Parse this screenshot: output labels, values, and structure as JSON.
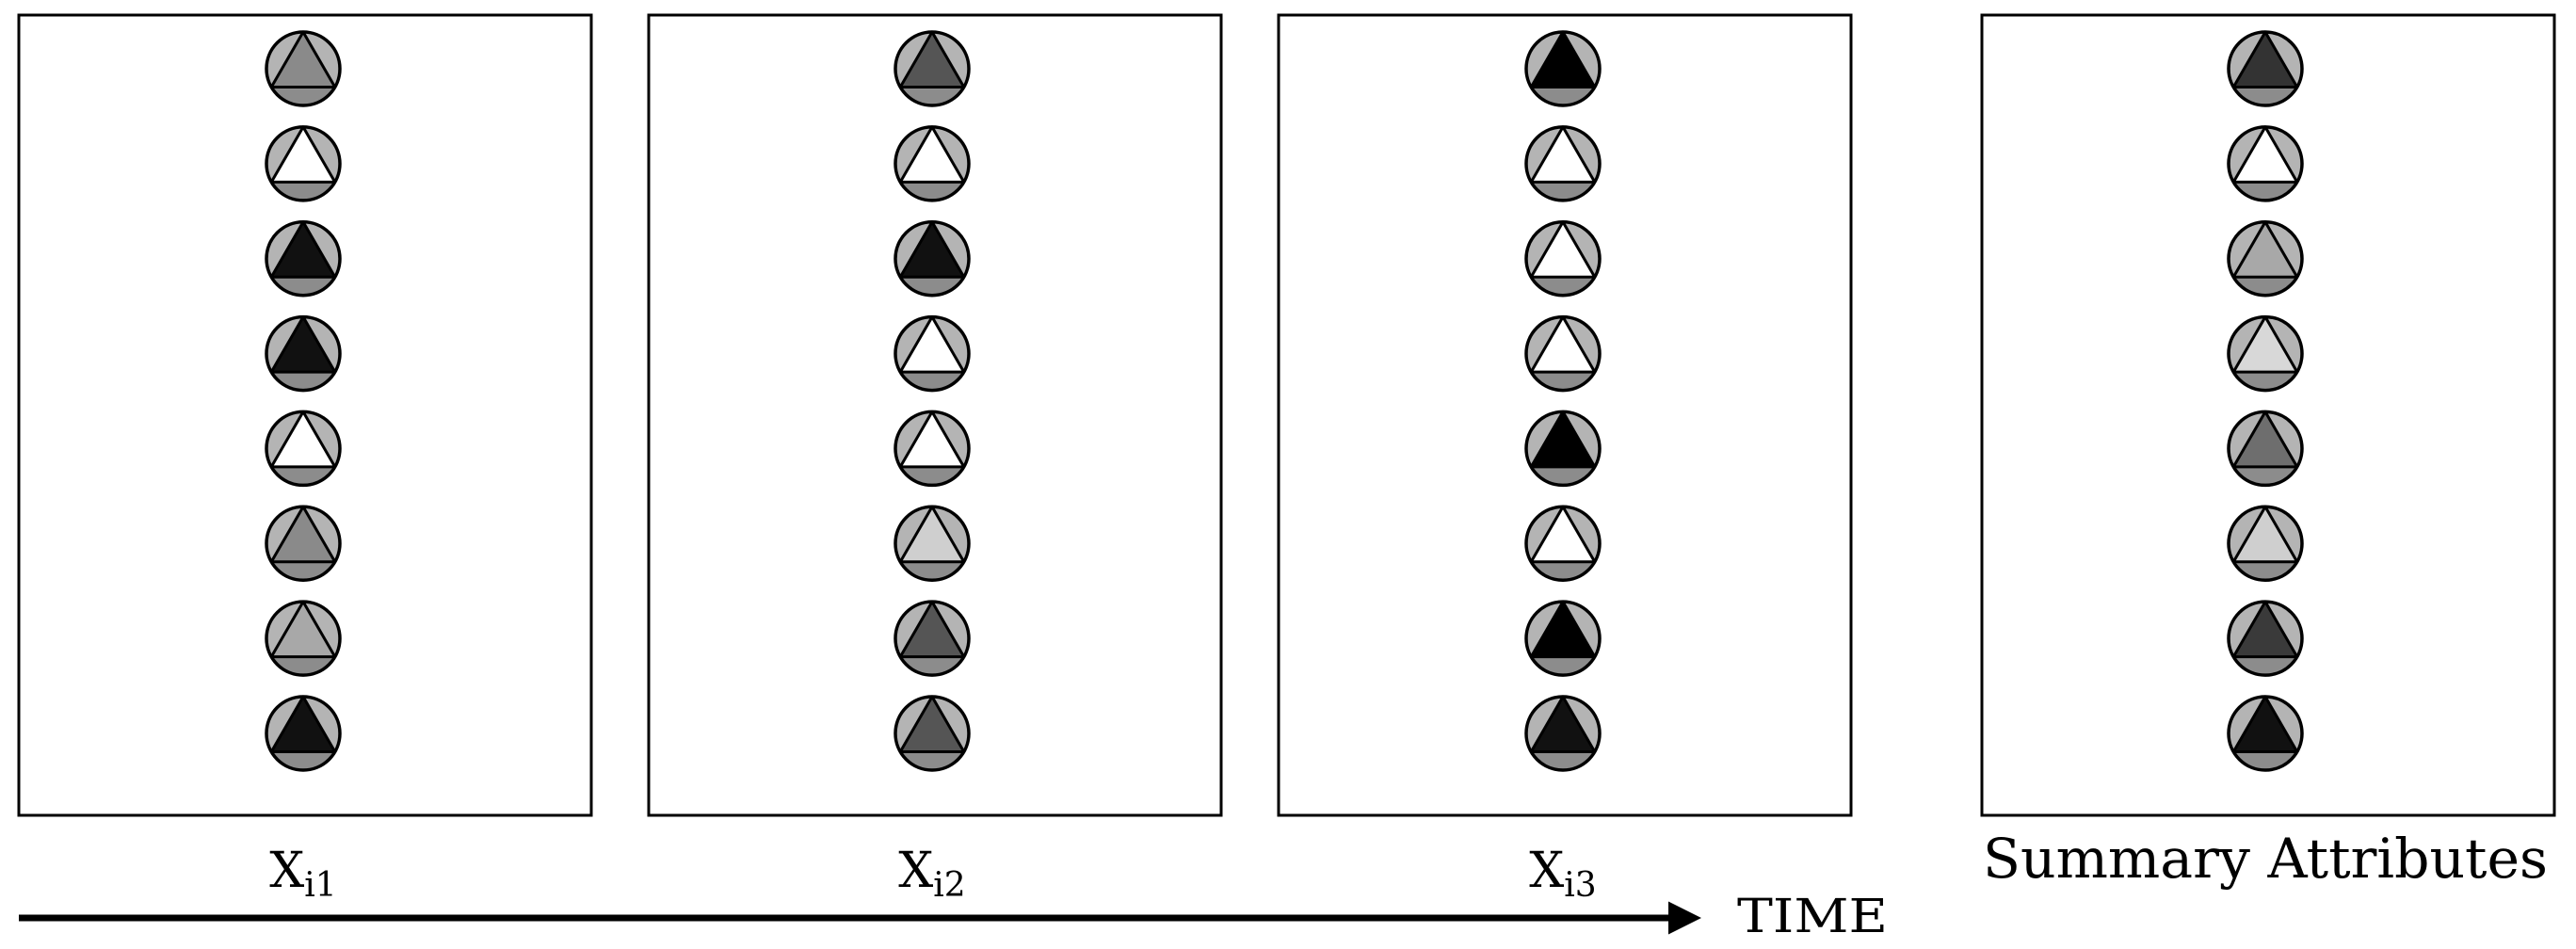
{
  "panels": [
    {
      "label_main": "X",
      "label_sub": "i1",
      "shades": [
        "#8a8a8a",
        "#ffffff",
        "#111111",
        "#111111",
        "#ffffff",
        "#8a8a8a",
        "#a8a8a8",
        "#111111"
      ]
    },
    {
      "label_main": "X",
      "label_sub": "i2",
      "shades": [
        "#555555",
        "#ffffff",
        "#111111",
        "#ffffff",
        "#ffffff",
        "#cfcfcf",
        "#555555",
        "#555555"
      ]
    },
    {
      "label_main": "X",
      "label_sub": "i3",
      "shades": [
        "#000000",
        "#ffffff",
        "#ffffff",
        "#ffffff",
        "#000000",
        "#ffffff",
        "#000000",
        "#111111"
      ]
    },
    {
      "label_main": "Summary Attributes",
      "label_sub": "",
      "shades": [
        "#333333",
        "#ffffff",
        "#a8a8a8",
        "#d8d8d8",
        "#6e6e6e",
        "#cfcfcf",
        "#3a3a3a",
        "#111111"
      ]
    }
  ],
  "axis": {
    "label": "TIME"
  },
  "colors": {
    "circle_fill": "#b4b4b4",
    "circle_bottom_fill": "#8c8c8c",
    "stroke": "#000000"
  }
}
